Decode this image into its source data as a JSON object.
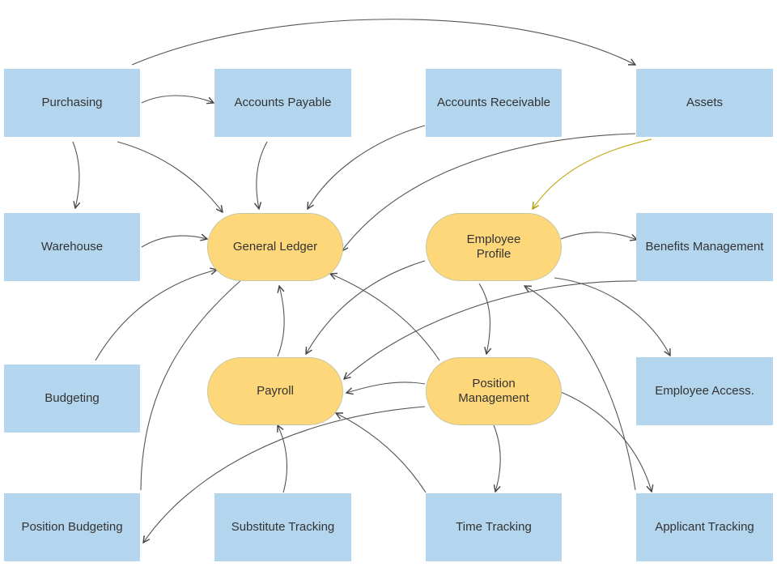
{
  "diagram": {
    "modules": {
      "purchasing": "Purchasing",
      "accounts_payable": "Accounts Payable",
      "accounts_receivable": "Accounts Receivable",
      "assets": "Assets",
      "warehouse": "Warehouse",
      "benefits_management": "Benefits Management",
      "budgeting": "Budgeting",
      "employee_access": "Employee Access.",
      "position_budgeting": "Position Budgeting",
      "substitute_tracking": "Substitute Tracking",
      "time_tracking": "Time Tracking",
      "applicant_tracking": "Applicant Tracking"
    },
    "core": {
      "general_ledger": "General Ledger",
      "employee_profile": "Employee\nProfile",
      "payroll": "Payroll",
      "position_management": "Position\nManagement"
    },
    "colors": {
      "module_fill": "#b3d6ee",
      "core_fill": "#fdd77a",
      "arrow": "#555555",
      "highlighted_arrow": "#b8a800"
    }
  }
}
